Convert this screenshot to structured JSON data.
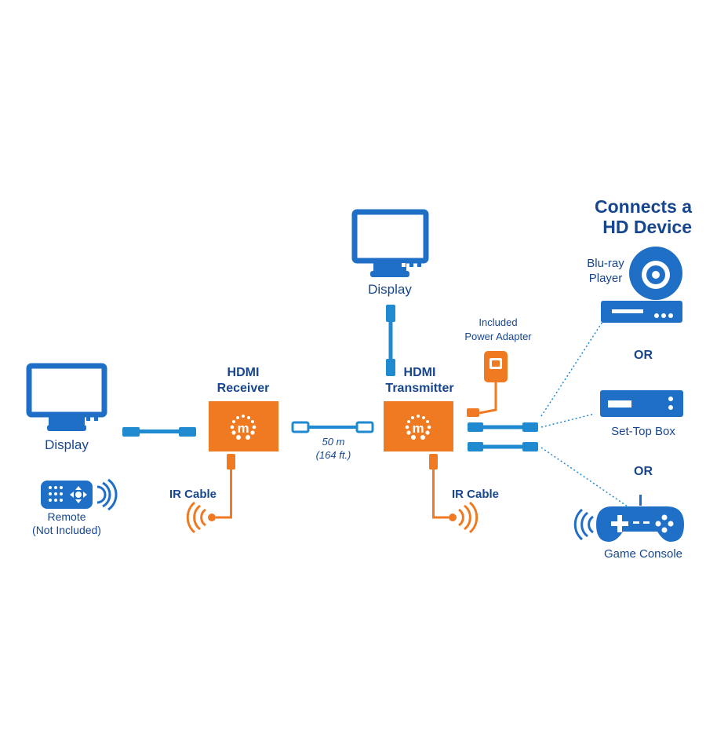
{
  "headline": {
    "line1": "Connects a",
    "line2": "HD Device"
  },
  "devices": {
    "receiver": {
      "line1": "HDMI",
      "line2": "Receiver"
    },
    "transmitter": {
      "line1": "HDMI",
      "line2": "Transmitter"
    }
  },
  "displays": {
    "left": "Display",
    "top": "Display"
  },
  "remote": {
    "line1": "Remote",
    "line2": "(Not Included)"
  },
  "cable_distance": {
    "line1": "50 m",
    "line2": "(164 ft.)"
  },
  "ir_cable": {
    "left": "IR Cable",
    "right": "IR Cable"
  },
  "power_adapter": {
    "line1": "Included",
    "line2": "Power Adapter"
  },
  "sources": {
    "bluray": {
      "line1": "Blu-ray",
      "line2": "Player"
    },
    "or1": "OR",
    "settop": "Set-Top Box",
    "or2": "OR",
    "console": "Game Console"
  },
  "colors": {
    "cable_blue": "#1f8ad0",
    "device_blue": "#1f6fc6",
    "device_orange": "#f07a22",
    "text_navy": "#17468f"
  }
}
